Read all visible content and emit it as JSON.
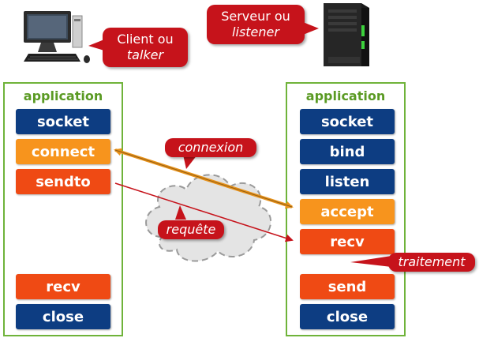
{
  "client": {
    "label_line1": "Client ou",
    "label_line2": "talker",
    "icon": "desktop-computer-icon"
  },
  "server": {
    "label_line1": "Serveur ou",
    "label_line2": "listener",
    "icon": "server-tower-icon"
  },
  "client_app": {
    "title": "application",
    "steps": [
      "socket",
      "connect",
      "sendto",
      "recv",
      "close"
    ]
  },
  "server_app": {
    "title": "application",
    "steps": [
      "socket",
      "bind",
      "listen",
      "accept",
      "recv",
      "send",
      "close"
    ]
  },
  "labels": {
    "connexion": "connexion",
    "requete": "requête",
    "traitement": "traitement"
  },
  "colors": {
    "panel_border": "#6fb33a",
    "step_blue": "#0d3d82",
    "step_orange": "#f7941d",
    "step_red": "#ef4a14",
    "bubble": "#c6131b"
  }
}
